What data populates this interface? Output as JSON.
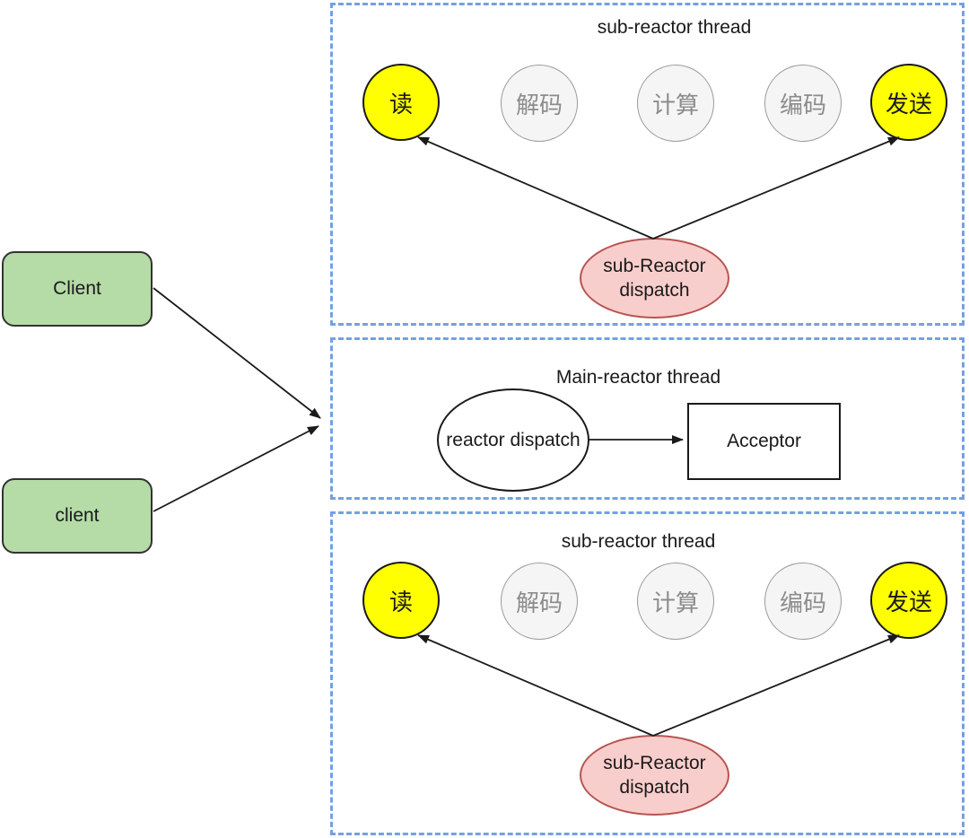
{
  "colors": {
    "bg": "#ffffff",
    "text": "#1a1a1a",
    "dash_blue": "#74a0e4",
    "green_fill": "#b5dba7",
    "green_border": "#333333",
    "yellow_fill": "#ffff00",
    "dark_border": "#1a1a1a",
    "gray_fill": "#f5f5f5",
    "gray_border": "#9b9b9b",
    "gray_text": "#8c8c8c",
    "pink_fill": "#f8cecc",
    "pink_border": "#b85450",
    "arrow": "#1a1a1a"
  },
  "diagram": {
    "clients": [
      {
        "label": "Client"
      },
      {
        "label": "client"
      }
    ],
    "main_reactor": {
      "title": "Main-reactor thread",
      "dispatcher_label": "reactor dispatch",
      "acceptor_label": "Acceptor"
    },
    "sub_reactors": [
      {
        "title": "sub-reactor thread",
        "stages": [
          {
            "label": "读",
            "highlighted": true
          },
          {
            "label": "解码",
            "highlighted": false
          },
          {
            "label": "计算",
            "highlighted": false
          },
          {
            "label": "编码",
            "highlighted": false
          },
          {
            "label": "发送",
            "highlighted": true
          }
        ],
        "dispatcher_line1": "sub-Reactor",
        "dispatcher_line2": "dispatch"
      },
      {
        "title": "sub-reactor thread",
        "stages": [
          {
            "label": "读",
            "highlighted": true
          },
          {
            "label": "解码",
            "highlighted": false
          },
          {
            "label": "计算",
            "highlighted": false
          },
          {
            "label": "编码",
            "highlighted": false
          },
          {
            "label": "发送",
            "highlighted": true
          }
        ],
        "dispatcher_line1": "sub-Reactor",
        "dispatcher_line2": "dispatch"
      }
    ]
  }
}
